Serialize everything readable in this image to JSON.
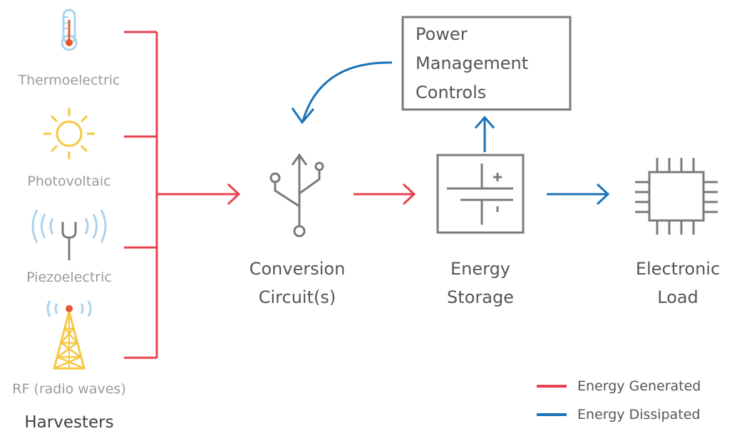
{
  "harvesters": {
    "title": "Harvesters",
    "items": [
      {
        "label": "Thermoelectric",
        "icon": "thermometer-icon"
      },
      {
        "label": "Photovoltaic",
        "icon": "sun-icon"
      },
      {
        "label": "Piezoelectric",
        "icon": "tuning-fork-icon"
      },
      {
        "label": "RF (radio waves)",
        "icon": "radio-tower-icon"
      }
    ]
  },
  "nodes": {
    "conversion": {
      "line1": "Conversion",
      "line2": "Circuit(s)",
      "icon": "usb-icon"
    },
    "storage": {
      "line1": "Energy",
      "line2": "Storage",
      "icon": "capacitor-icon"
    },
    "load": {
      "line1": "Electronic",
      "line2": "Load",
      "icon": "chip-icon"
    },
    "power_mgmt": {
      "line1": "Power",
      "line2": "Management",
      "line3": "Controls"
    }
  },
  "legend": {
    "generated": {
      "label": "Energy Generated",
      "color": "#e8424f"
    },
    "dissipated": {
      "label": "Energy Dissipated",
      "color": "#1a73b8"
    }
  },
  "colors": {
    "red": "#e8424f",
    "blue": "#1a73b8",
    "gray": "#7a7a7a",
    "yellow": "#f5c842",
    "orange": "#e8562a",
    "lightblue": "#a9d4ee"
  }
}
